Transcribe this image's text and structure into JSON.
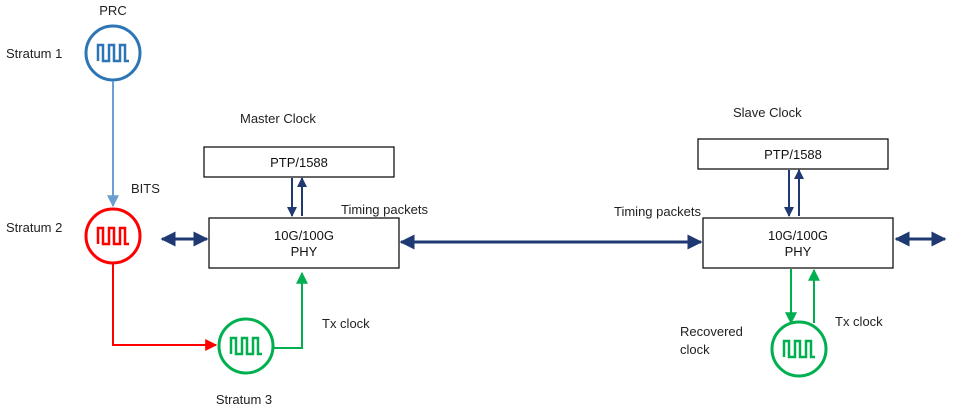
{
  "labels": {
    "prc": "PRC",
    "stratum1": "Stratum 1",
    "bits": "BITS",
    "stratum2": "Stratum 2",
    "stratum3": "Stratum 3",
    "master_clock": "Master Clock",
    "slave_clock": "Slave Clock",
    "timing_packets_left": "Timing packets",
    "timing_packets_right": "Timing packets",
    "tx_clock_left": "Tx clock",
    "tx_clock_right": "Tx clock",
    "recovered_line1": "Recovered",
    "recovered_line2": "clock"
  },
  "master": {
    "ptp": "PTP/1588",
    "phy_line1": "10G/100G",
    "phy_line2": "PHY"
  },
  "slave": {
    "ptp": "PTP/1588",
    "phy_line1": "10G/100G",
    "phy_line2": "PHY"
  },
  "colors": {
    "stratum1": "#2e75b6",
    "stratum1_line": "#6a9fd0",
    "stratum2": "#ff0000",
    "stratum3": "#00b050",
    "link": "#1f3a73"
  }
}
